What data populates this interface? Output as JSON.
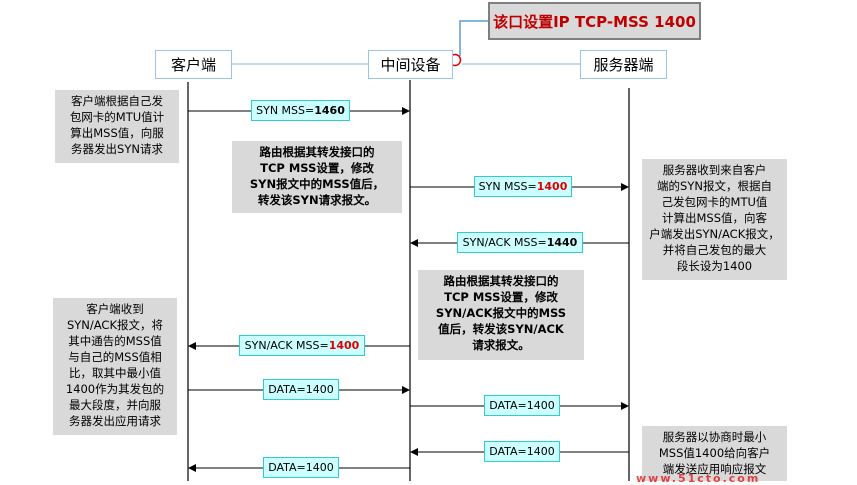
{
  "title": "该口设置IP TCP-MSS 1400",
  "headers": {
    "client": "客户端",
    "middle": "中间设备",
    "server": "服务器端"
  },
  "notes": {
    "client_1": [
      "客户端根据自己发",
      "包网卡的MTU值计",
      "算出MSS值，向服",
      "务器发出SYN请求"
    ],
    "router_1": [
      "路由根据其转发接口的",
      "TCP MSS设置，修改",
      "SYN报文中的MSS值后，",
      "转发该SYN请求报文。"
    ],
    "server_1": [
      "服务器收到来自客户",
      "端的SYN报文，根据自",
      "己发包网卡的MTU值",
      "计算出MSS值，向客",
      "户端发出SYN/ACK报文，",
      "并将自己发包的最大",
      "段长设为1400"
    ],
    "router_2": [
      "路由根据其转发接口的",
      "TCP MSS设置，修改",
      "SYN/ACK报文中的MSS",
      "值后，转发该SYN/ACK",
      "请求报文。"
    ],
    "client_2": [
      "客户端收到",
      "SYN/ACK报文，将",
      "其中通告的MSS值",
      "与自己的MSS值相",
      "比，取其中最小值",
      "1400作为其发包的",
      "最大段度，并向服",
      "务器发出应用请求"
    ],
    "server_2": [
      "服务器以协商时最小",
      "MSS值1400给向客户",
      "端发送应用响应报文"
    ]
  },
  "messages": [
    {
      "id": "m1",
      "prefix": "SYN MSS=",
      "value": "1460",
      "red": false
    },
    {
      "id": "m2",
      "prefix": "SYN MSS=",
      "value": "1400",
      "red": true
    },
    {
      "id": "m3",
      "prefix": "SYN/ACK  MSS=",
      "value": "1440",
      "red": false
    },
    {
      "id": "m4",
      "prefix": "SYN/ACK  MSS=",
      "value": "1400",
      "red": true
    },
    {
      "id": "m5",
      "prefix": "DATA=1400",
      "value": "",
      "red": false
    },
    {
      "id": "m6",
      "prefix": "DATA=1400",
      "value": "",
      "red": false
    },
    {
      "id": "m7",
      "prefix": "DATA=1400",
      "value": "",
      "red": false
    },
    {
      "id": "m8",
      "prefix": "DATA=1400",
      "value": "",
      "red": false
    }
  ],
  "watermark": "www.51cto.com",
  "colors": {
    "line": "#000000",
    "connector": "#5b9bd5",
    "marker": "#e00000",
    "message_fill": "#ccffff",
    "note_fill": "#d9d9d9"
  }
}
